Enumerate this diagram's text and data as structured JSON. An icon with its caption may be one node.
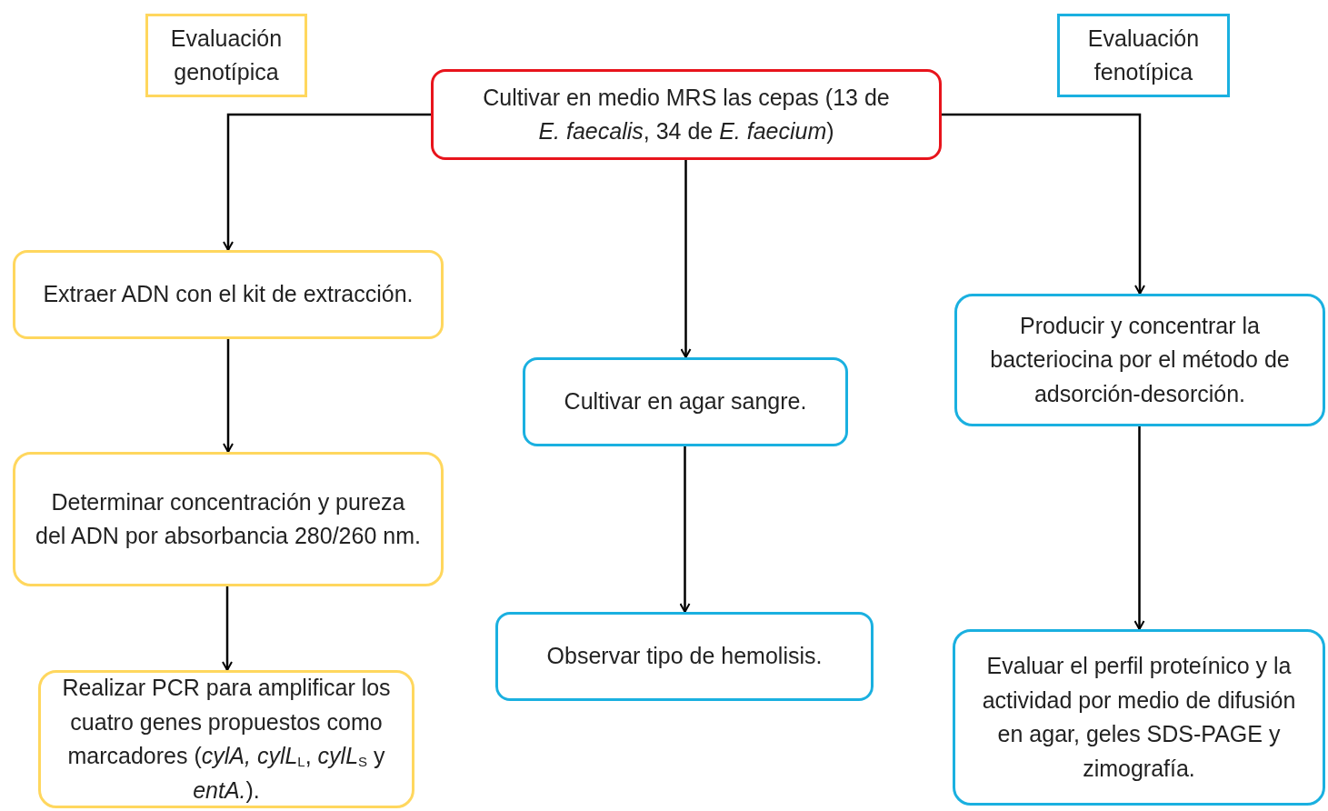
{
  "diagram": {
    "nodes": [
      {
        "text": [
          "Evaluación genotípica"
        ]
      },
      {
        "text": [
          "Cultivar en medio MRS las cepas (13 de *E. faecalis*, 34 de *E. faecium*)"
        ]
      },
      {
        "text": [
          "Evaluación fenotípica"
        ]
      },
      {
        "text": [
          "Extraer ADN con el kit de extracción."
        ]
      },
      {
        "text": [
          "Determinar concentración y pureza del ADN por absorbancia 280/260 nm."
        ]
      },
      {
        "text": [
          "Realizar PCR para amplificar los cuatro genes propuestos como marcadores (*cylA,* *cylL*$_{L}$, *cylL*$_{S}$ y *entA.*)."
        ]
      },
      {
        "text": [
          "Cultivar en agar sangre."
        ]
      },
      {
        "text": [
          "Observar tipo de hemolisis."
        ]
      },
      {
        "text": [
          "Producir y concentrar la bacteriocina por el método de adsorción-desorción."
        ]
      },
      {
        "text": [
          "Evaluar el perfil proteínico y la actividad por medio de difusión en agar, geles SDS-PAGE y zimografía."
        ]
      }
    ],
    "edges": [
      {
        "from": 1,
        "to": 3,
        "arrow": "to"
      },
      {
        "from": 1,
        "to": 6,
        "arrow": "to"
      },
      {
        "from": 1,
        "to": 8,
        "arrow": "to"
      },
      {
        "from": 3,
        "to": 4,
        "arrow": "to"
      },
      {
        "from": 4,
        "to": 5,
        "arrow": "to"
      },
      {
        "from": 6,
        "to": 7,
        "arrow": "to"
      },
      {
        "from": 8,
        "to": 9,
        "arrow": "to"
      }
    ]
  }
}
